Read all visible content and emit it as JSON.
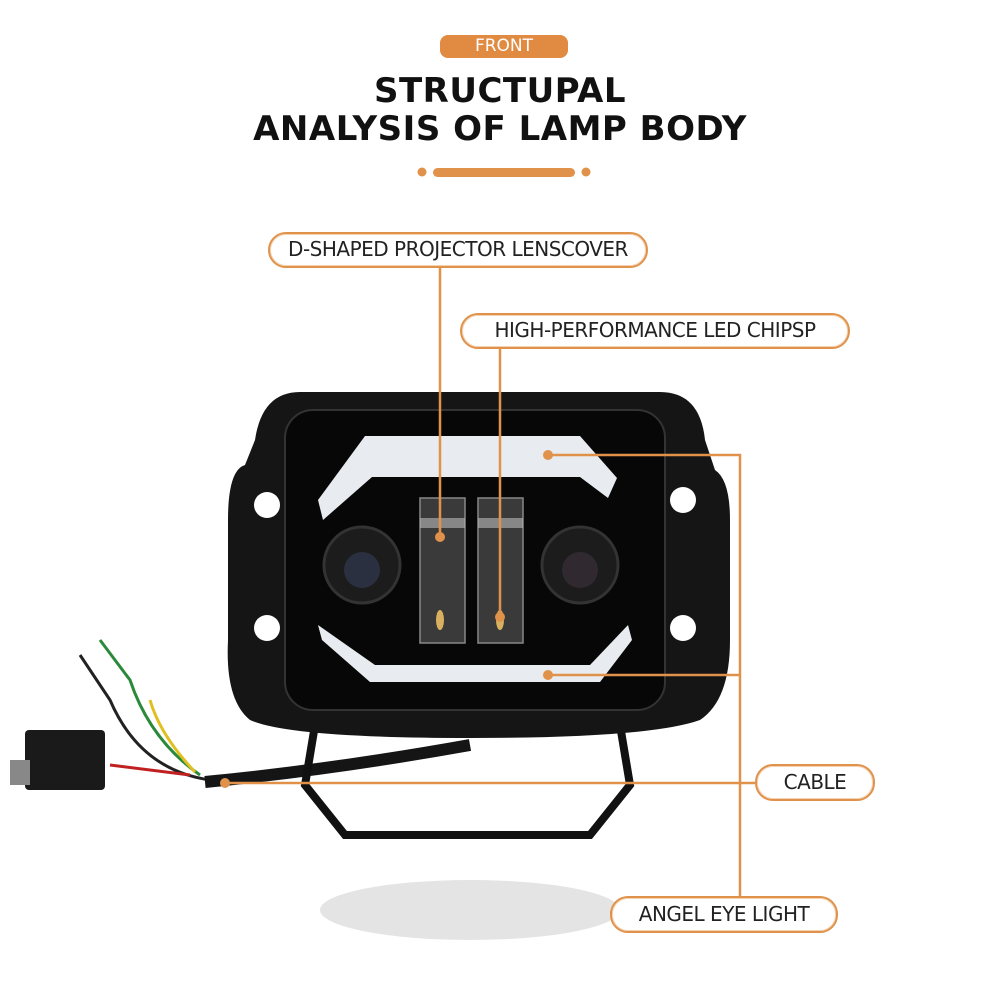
{
  "header": {
    "badge": "FRONT",
    "title_line1": "STRUCTUPAL",
    "title_line2": "ANALYSIS OF LAMP BODY"
  },
  "callouts": {
    "lens": "D-SHAPED PROJECTOR LENSCOVER",
    "chips": "HIGH-PERFORMANCE LED CHIPSP",
    "cable": "CABLE",
    "angel": "ANGEL EYE LIGHT"
  },
  "colors": {
    "accent": "#e0924a",
    "body": "#111111"
  }
}
